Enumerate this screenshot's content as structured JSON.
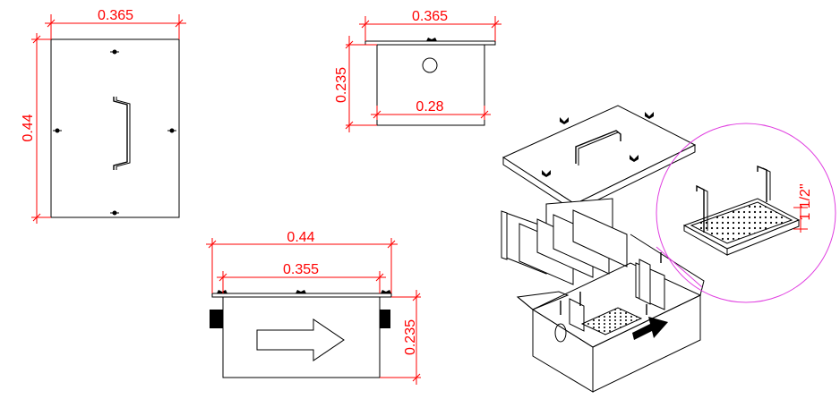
{
  "dimensions": {
    "top_view_width": "0.365",
    "top_view_height": "0.44",
    "front_view_width": "0.365",
    "front_view_height": "0.235",
    "front_view_inner_width": "0.28",
    "side_view_length": "0.44",
    "side_view_inner_length": "0.355",
    "side_view_height": "0.235",
    "basket_height": "1 1/2\""
  },
  "colors": {
    "dimension": "#ff0000",
    "detail_circle": "#e040e0",
    "lines": "#000000",
    "background": "#ffffff"
  },
  "icons": {
    "flow_arrow": "right-arrow-outline",
    "flow_arrow_iso": "right-arrow-filled"
  }
}
